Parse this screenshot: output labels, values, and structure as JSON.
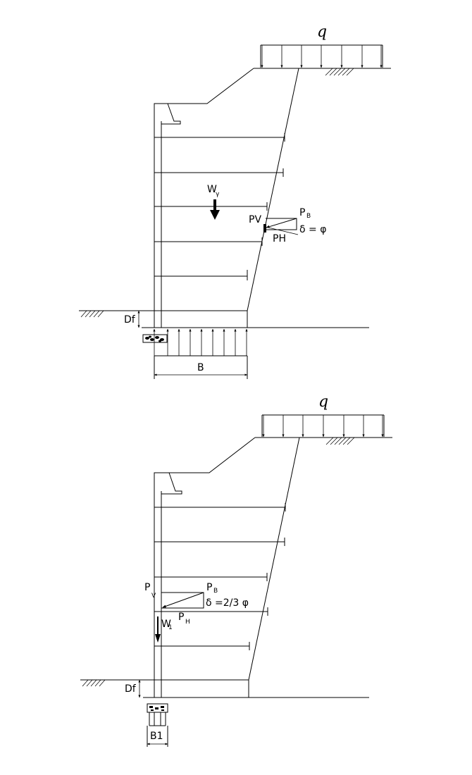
{
  "top": {
    "q": "q",
    "w_main": "W",
    "w_sub": "γ",
    "pv": "PV",
    "ph": "PH",
    "pb_main": "P",
    "pb_sub": "B",
    "delta": "δ = φ",
    "df": "Df",
    "b": "B"
  },
  "bottom": {
    "q": "q",
    "pv_main": "P",
    "pv_sub": "V",
    "pb_main": "P",
    "pb_sub": "B",
    "delta": "δ =2/3 φ",
    "ph_main": "P",
    "ph_sub": "H",
    "w_main": "W",
    "w_sub": "1",
    "df": "Df",
    "b1": "B1"
  }
}
